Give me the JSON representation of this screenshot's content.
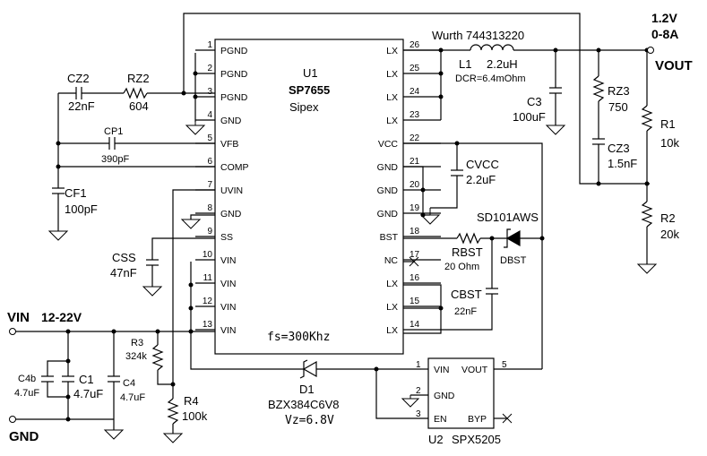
{
  "u1": {
    "ref": "U1",
    "part": "SP7655",
    "maker": "Sipex",
    "freq": "fs=300Khz",
    "left_pins": [
      {
        "num": "1",
        "name": "PGND"
      },
      {
        "num": "2",
        "name": "PGND"
      },
      {
        "num": "3",
        "name": "PGND"
      },
      {
        "num": "4",
        "name": "GND"
      },
      {
        "num": "5",
        "name": "VFB"
      },
      {
        "num": "6",
        "name": "COMP"
      },
      {
        "num": "7",
        "name": "UVIN"
      },
      {
        "num": "8",
        "name": "GND"
      },
      {
        "num": "9",
        "name": "SS"
      },
      {
        "num": "10",
        "name": "VIN"
      },
      {
        "num": "11",
        "name": "VIN"
      },
      {
        "num": "12",
        "name": "VIN"
      },
      {
        "num": "13",
        "name": "VIN"
      }
    ],
    "right_pins": [
      {
        "num": "26",
        "name": "LX"
      },
      {
        "num": "25",
        "name": "LX"
      },
      {
        "num": "24",
        "name": "LX"
      },
      {
        "num": "23",
        "name": "LX"
      },
      {
        "num": "22",
        "name": "VCC"
      },
      {
        "num": "21",
        "name": "GND"
      },
      {
        "num": "20",
        "name": "GND"
      },
      {
        "num": "19",
        "name": "GND"
      },
      {
        "num": "18",
        "name": "BST"
      },
      {
        "num": "17",
        "name": "NC"
      },
      {
        "num": "16",
        "name": "LX"
      },
      {
        "num": "15",
        "name": "LX"
      },
      {
        "num": "14",
        "name": "LX"
      }
    ]
  },
  "u2": {
    "ref": "U2",
    "part": "SPX5205",
    "pins": [
      {
        "num": "1",
        "name": "VIN"
      },
      {
        "num": "2",
        "name": "GND"
      },
      {
        "num": "3",
        "name": "EN"
      },
      {
        "num": "5",
        "name": "VOUT"
      },
      {
        "num": "",
        "name": "BYP"
      }
    ]
  },
  "components": {
    "cz2": {
      "ref": "CZ2",
      "value": "22nF"
    },
    "rz2": {
      "ref": "RZ2",
      "value": "604"
    },
    "cp1": {
      "ref": "CP1",
      "value": "390pF"
    },
    "cf1": {
      "ref": "CF1",
      "value": "100pF"
    },
    "css": {
      "ref": "CSS",
      "value": "47nF"
    },
    "l1": {
      "ref": "L1",
      "value": "2.2uH",
      "part": "Wurth 744313220",
      "dcr": "DCR=6.4mOhm"
    },
    "c3": {
      "ref": "C3",
      "value": "100uF"
    },
    "rz3": {
      "ref": "RZ3",
      "value": "750"
    },
    "cz3": {
      "ref": "CZ3",
      "value": "1.5nF"
    },
    "r1": {
      "ref": "R1",
      "value": "10k"
    },
    "r2": {
      "ref": "R2",
      "value": "20k"
    },
    "cvcc": {
      "ref": "CVCC",
      "value": "2.2uF"
    },
    "dbst": {
      "ref": "DBST",
      "part": "SD101AWS"
    },
    "rbst": {
      "ref": "RBST",
      "value": "20 Ohm"
    },
    "cbst": {
      "ref": "CBST",
      "value": "22nF"
    },
    "r3": {
      "ref": "R3",
      "value": "324k"
    },
    "r4": {
      "ref": "R4",
      "value": "100k"
    },
    "c4b": {
      "ref": "C4b",
      "value": "4.7uF"
    },
    "c1": {
      "ref": "C1",
      "value": "4.7uF"
    },
    "c4": {
      "ref": "C4",
      "value": "4.7uF"
    },
    "d1": {
      "ref": "D1",
      "part": "BZX384C6V8",
      "vz": "Vz=6.8V"
    }
  },
  "nets": {
    "vout_voltage": "1.2V",
    "vout_current": "0-8A",
    "vout_name": "VOUT",
    "vin_name": "VIN",
    "vin_range": "12-22V",
    "gnd_name": "GND"
  }
}
